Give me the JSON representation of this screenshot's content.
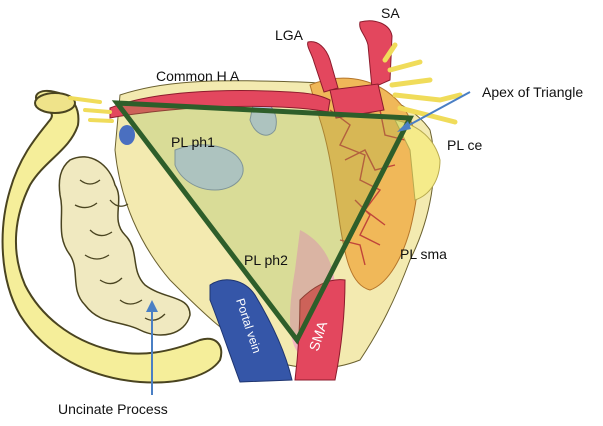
{
  "labels": {
    "sa": "SA",
    "lga": "LGA",
    "common_ha": "Common H A",
    "apex": "Apex of Triangle",
    "pl_ph1": "PL ph1",
    "pl_ce": "PL ce",
    "pl_ph2": "PL ph2",
    "pl_sma": "PL sma",
    "portal_vein": "Portal vein",
    "sma": "SMA",
    "uncinate": "Uncinate Process"
  },
  "colors": {
    "triangle": "#2e5e2a",
    "artery": "#e3475e",
    "portal_vein": "#3556a8",
    "pancreas": "#f2e8a6",
    "duodenum": "#f5ee9a",
    "nerve_plexus": "#e9a94b",
    "arrow": "#4a7fc4"
  }
}
